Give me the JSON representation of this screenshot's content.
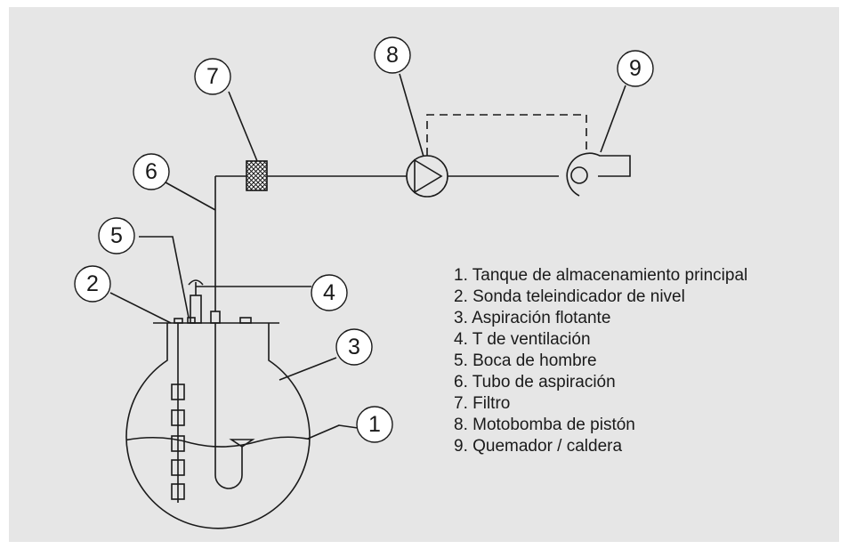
{
  "callouts": {
    "c1": "1",
    "c2": "2",
    "c3": "3",
    "c4": "4",
    "c5": "5",
    "c6": "6",
    "c7": "7",
    "c8": "8",
    "c9": "9"
  },
  "legend": [
    "1. Tanque de almacenamiento principal",
    "2. Sonda teleindicador de nivel",
    "3. Aspiración flotante",
    "4. T de ventilación",
    "5. Boca de hombre",
    "6. Tubo de aspiración",
    "7. Filtro",
    "8. Motobomba de pistón",
    "9. Quemador / caldera"
  ],
  "colors": {
    "panel_background": "#e6e6e6",
    "line": "#1a1a1a",
    "callout_fill": "#ffffff"
  }
}
